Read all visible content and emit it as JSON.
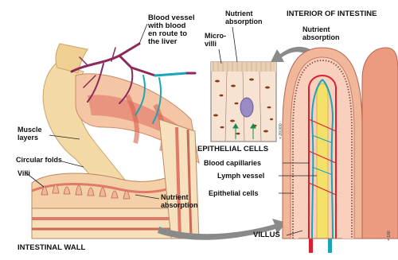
{
  "labels": {
    "blood_vessel": "Blood vessel\nwith blood\nen route to\nthe liver",
    "nutrient_absorption_top": "Nutrient\nabsorption",
    "microvilli": "Micro-\nvilli",
    "interior_title": "INTERIOR OF INTESTINE",
    "nutrient_absorption_right": "Nutrient\nabsorption",
    "epithelial_cells_caption": "EPITHELIAL CELLS",
    "muscle_layers": "Muscle\nlayers",
    "circular_folds": "Circular folds",
    "villi": "Villi",
    "blood_capillaries": "Blood capillaries",
    "lymph_vessel": "Lymph vessel",
    "epithelial_cells": "Epithelial cells",
    "nutrient_absorption_bottom": "Nutrient\nabsorption",
    "villus": "VILLUS",
    "intestinal_wall": "INTESTINAL WALL",
    "scale_small": "× 20,000",
    "scale_right": "× 100"
  },
  "colors": {
    "wall_cream": "#f3d9a6",
    "muscle_pink": "#e88e7b",
    "artery_red": "#d82030",
    "vein_blue": "#1aa6b8",
    "vessel_purple": "#8c2a5a",
    "lymph_yellow": "#f3e16a",
    "arrow_gray": "#8a8a8a"
  }
}
